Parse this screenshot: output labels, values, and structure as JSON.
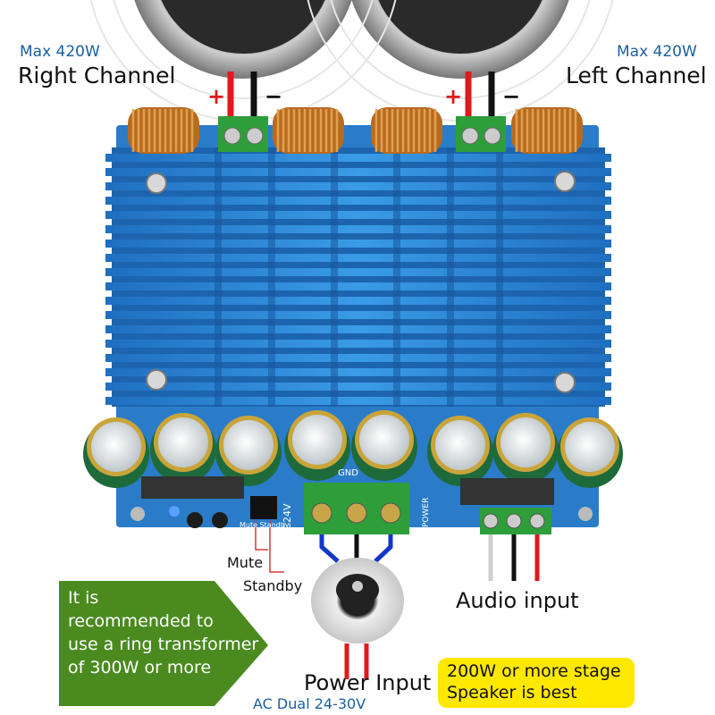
{
  "labels": {
    "right_power": "Max 420W",
    "right_channel": "Right Channel",
    "left_power": "Max 420W",
    "left_channel": "Left Channel",
    "plus_right": "+",
    "minus_right": "−",
    "plus_left": "+",
    "minus_left": "−",
    "mute": "Mute",
    "standby": "Standby",
    "audio_input": "Audio input",
    "power_input": "Power Input",
    "ac_dual": "AC Dual 24-30V",
    "recommend": [
      "It is",
      "recommended to",
      "use a ring transformer",
      "of 300W or more"
    ],
    "speaker_note": [
      "200W or more stage",
      "Speaker is best"
    ]
  },
  "board_marks": {
    "ac24v": "AC24V",
    "gnd": "GND",
    "power": "POWER",
    "mute_standby": "Mute Standby"
  },
  "colors": {
    "heatsink": "#2f8fd8",
    "heatsink_dark": "#1e6fb8",
    "pcb": "#2a7cc8",
    "terminal": "#2e9e3a",
    "arrow_green": "#4a8a1f",
    "note_yellow": "#ffe800",
    "label_blue": "#1c5fa0",
    "wire_red": "#e0191c",
    "wire_blue": "#1238c8"
  }
}
